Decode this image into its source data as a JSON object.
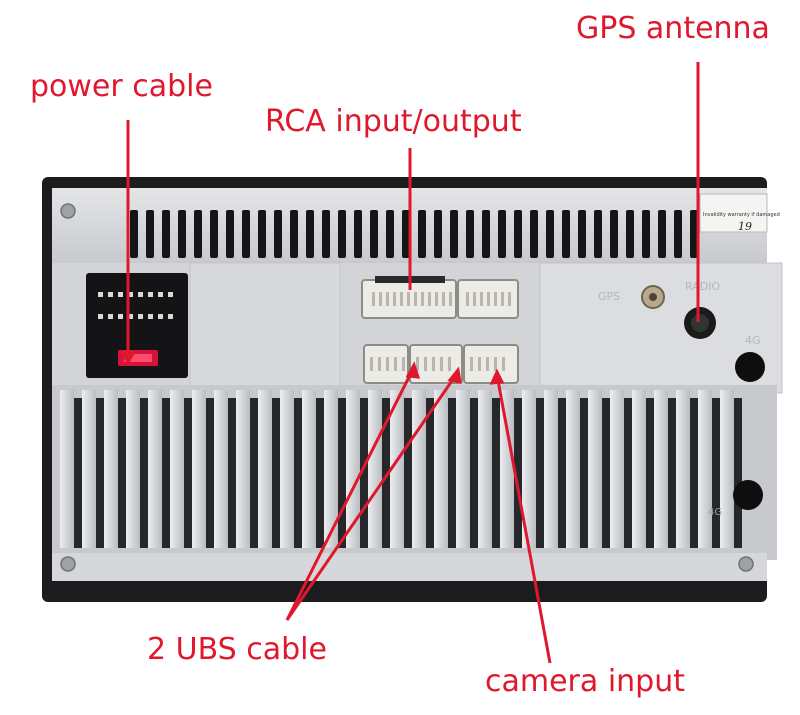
{
  "annotations": {
    "power_cable": "power cable",
    "rca_input_output": "RCA input/output",
    "gps_antenna": "GPS antenna",
    "usb_cable": "2 UBS cable",
    "camera_input": "camera input"
  },
  "device_markings": {
    "gps_port": "GPS",
    "radio_port": "RADIO",
    "port_4g": "4G",
    "port_4g_lower": "4G",
    "sticker_text": "Invalidity warranty if damaged",
    "sticker_number": "19"
  },
  "colors": {
    "annotation": "#e0182d",
    "chassis_dark": "#1c1c1e",
    "chassis_silver": "#cfd0d3",
    "connector_white": "#ecebe6",
    "power_plug_red": "#d8123a"
  }
}
